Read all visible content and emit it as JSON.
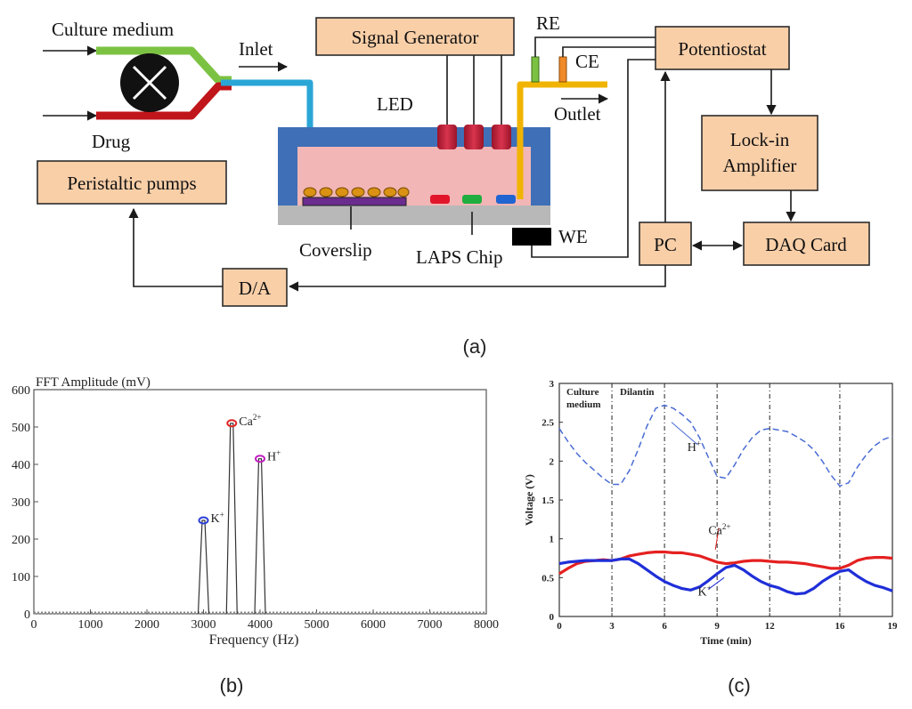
{
  "diagram": {
    "blocks": {
      "signal_generator": "Signal Generator",
      "potentiostat": "Potentiostat",
      "lockin": [
        "Lock-in",
        "Amplifier"
      ],
      "daq": "DAQ Card",
      "pc": "PC",
      "da": "D/A",
      "peristaltic": "Peristaltic pumps"
    },
    "labels": {
      "culture_medium": "Culture medium",
      "drug": "Drug",
      "inlet": "Inlet",
      "outlet": "Outlet",
      "led": "LED",
      "re": "RE",
      "ce": "CE",
      "we": "WE",
      "coverslip": "Coverslip",
      "laps_chip": "LAPS Chip"
    },
    "panel_labels": {
      "a": "(a)",
      "b": "(b)",
      "c": "(c)"
    },
    "colors": {
      "box_fill": "#f9cfa8",
      "chamber_top": "#3f6fb7",
      "chamber_fill": "#f2b6b6",
      "inlet_tube": "#2aa6d6",
      "outlet_tube": "#f0b400",
      "medium_tube": "#7cc242",
      "drug_tube": "#c0151a",
      "led": "#c4213a"
    }
  },
  "chart_data": [
    {
      "type": "line",
      "title": "FFT Amplitude (mV)",
      "xlabel": "Frequency (Hz)",
      "ylabel": "",
      "xlim": [
        0,
        8000
      ],
      "ylim": [
        0,
        600
      ],
      "xticks": [
        0,
        1000,
        2000,
        3000,
        4000,
        5000,
        6000,
        7000,
        8000
      ],
      "yticks": [
        0,
        100,
        200,
        300,
        400,
        500,
        600
      ],
      "peaks": [
        {
          "label": "K",
          "sup": "+",
          "x": 3000,
          "y": 250,
          "color": "#2b3fd6"
        },
        {
          "label": "Ca",
          "sup": "2+",
          "x": 3500,
          "y": 510,
          "color": "#e02424"
        },
        {
          "label": "H",
          "sup": "+",
          "x": 4000,
          "y": 415,
          "color": "#c020c0"
        }
      ]
    },
    {
      "type": "line",
      "title": "",
      "xlabel": "Time (min)",
      "ylabel": "Voltage (V)",
      "xlim": [
        0,
        19
      ],
      "ylim": [
        0,
        3
      ],
      "xticks": [
        0,
        3,
        6,
        9,
        12,
        16,
        19
      ],
      "yticks": [
        0,
        0.5,
        1,
        1.5,
        2,
        2.5,
        3
      ],
      "yticklabels": [
        "0",
        "0.5",
        "1",
        "1.5",
        "2",
        "2.5",
        "3"
      ],
      "vlines": [
        3,
        6,
        9,
        12,
        16
      ],
      "annotations": [
        "Culture",
        "medium",
        "Dilantin"
      ],
      "series": [
        {
          "name": "H",
          "sup": "+",
          "color": "#4a6cd4",
          "style": "dashed",
          "x": [
            0,
            0.5,
            1,
            1.5,
            2,
            2.5,
            3,
            3.5,
            4,
            4.5,
            5,
            5.5,
            6,
            6.5,
            7,
            7.5,
            8,
            8.5,
            9,
            9.5,
            10,
            10.5,
            11,
            11.5,
            12,
            12.5,
            13,
            13.5,
            14,
            14.5,
            15,
            15.5,
            16,
            16.5,
            17,
            17.5,
            18,
            18.5,
            19
          ],
          "y": [
            2.42,
            2.25,
            2.1,
            1.98,
            1.88,
            1.78,
            1.7,
            1.7,
            1.88,
            2.15,
            2.45,
            2.68,
            2.72,
            2.68,
            2.6,
            2.5,
            2.3,
            2.05,
            1.8,
            1.78,
            1.95,
            2.15,
            2.3,
            2.4,
            2.42,
            2.4,
            2.38,
            2.32,
            2.25,
            2.15,
            2.0,
            1.82,
            1.68,
            1.72,
            1.92,
            2.08,
            2.2,
            2.28,
            2.32
          ]
        },
        {
          "name": "Ca",
          "sup": "2+",
          "color": "#e52020",
          "style": "solid",
          "x": [
            0,
            0.5,
            1,
            1.5,
            2,
            2.5,
            3,
            3.5,
            4,
            4.5,
            5,
            5.5,
            6,
            6.5,
            7,
            7.5,
            8,
            8.5,
            9,
            9.5,
            10,
            10.5,
            11,
            11.5,
            12,
            12.5,
            13,
            13.5,
            14,
            14.5,
            15,
            15.5,
            16,
            16.5,
            17,
            17.5,
            18,
            18.5,
            19
          ],
          "y": [
            0.55,
            0.62,
            0.68,
            0.71,
            0.72,
            0.73,
            0.72,
            0.74,
            0.78,
            0.8,
            0.82,
            0.83,
            0.83,
            0.82,
            0.82,
            0.8,
            0.78,
            0.74,
            0.7,
            0.68,
            0.69,
            0.71,
            0.72,
            0.72,
            0.71,
            0.7,
            0.7,
            0.69,
            0.68,
            0.66,
            0.64,
            0.62,
            0.62,
            0.66,
            0.72,
            0.75,
            0.76,
            0.76,
            0.75
          ]
        },
        {
          "name": "K",
          "sup": "+",
          "color": "#1f2fd8",
          "style": "solid",
          "x": [
            0,
            0.5,
            1,
            1.5,
            2,
            2.5,
            3,
            3.5,
            4,
            4.5,
            5,
            5.5,
            6,
            6.5,
            7,
            7.5,
            8,
            8.5,
            9,
            9.5,
            10,
            10.5,
            11,
            11.5,
            12,
            12.5,
            13,
            13.5,
            14,
            14.5,
            15,
            15.5,
            16,
            16.5,
            17,
            17.5,
            18,
            18.5,
            19
          ],
          "y": [
            0.68,
            0.7,
            0.71,
            0.72,
            0.72,
            0.72,
            0.72,
            0.74,
            0.74,
            0.68,
            0.6,
            0.52,
            0.45,
            0.4,
            0.36,
            0.34,
            0.38,
            0.46,
            0.55,
            0.63,
            0.66,
            0.6,
            0.52,
            0.45,
            0.4,
            0.37,
            0.32,
            0.29,
            0.3,
            0.36,
            0.45,
            0.52,
            0.58,
            0.6,
            0.52,
            0.45,
            0.4,
            0.37,
            0.33
          ]
        }
      ]
    }
  ]
}
